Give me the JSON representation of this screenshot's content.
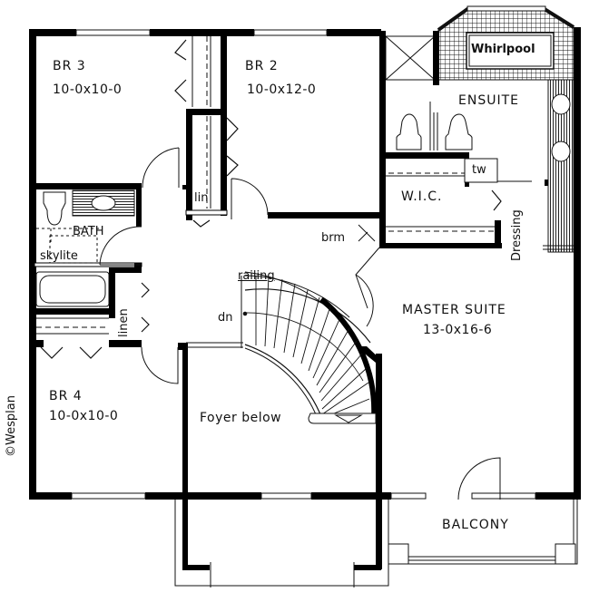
{
  "plan": {
    "copyright": "©Wesplan",
    "colors": {
      "wall": "#000000",
      "background": "#ffffff",
      "line": "#111111"
    }
  },
  "rooms": {
    "br3": {
      "name": "BR 3",
      "dims": "10-0x10-0"
    },
    "br2": {
      "name": "BR 2",
      "dims": "10-0x12-0"
    },
    "br4": {
      "name": "BR 4",
      "dims": "10-0x10-0"
    },
    "master": {
      "name": "MASTER SUITE",
      "dims": "13-0x16-6"
    },
    "ensuite": {
      "name": "ENSUITE"
    },
    "wic": {
      "name": "W.I.C."
    },
    "bath": {
      "name": "BATH"
    },
    "foyer": {
      "name": "Foyer below"
    },
    "balcony": {
      "name": "BALCONY"
    }
  },
  "fixtures": {
    "whirlpool": "Whirlpool",
    "skylite": "skylite",
    "lin": "lin",
    "linen": "linen",
    "brm": "brm",
    "tw": "tw",
    "dressing": "Dressing",
    "railing": "railing",
    "dn": "dn"
  }
}
